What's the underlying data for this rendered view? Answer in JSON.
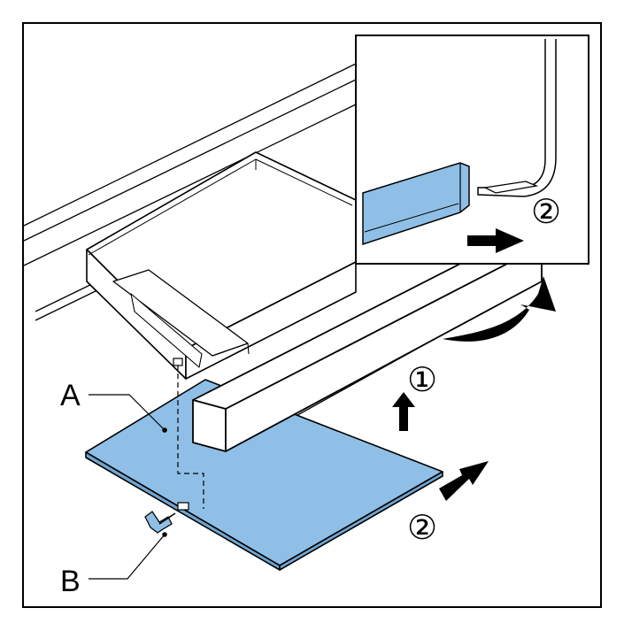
{
  "labels": {
    "part_a": "A",
    "part_b": "B"
  },
  "steps": {
    "step1": "①",
    "step2_inset": "②",
    "step2_main": "②"
  },
  "colors": {
    "panel_fill": "#8fbfe6",
    "line": "#000000",
    "background": "#ffffff"
  },
  "icons": [
    "arrow-up-icon",
    "arrow-right-icon",
    "curved-arrow-icon",
    "wing-screw-icon"
  ]
}
